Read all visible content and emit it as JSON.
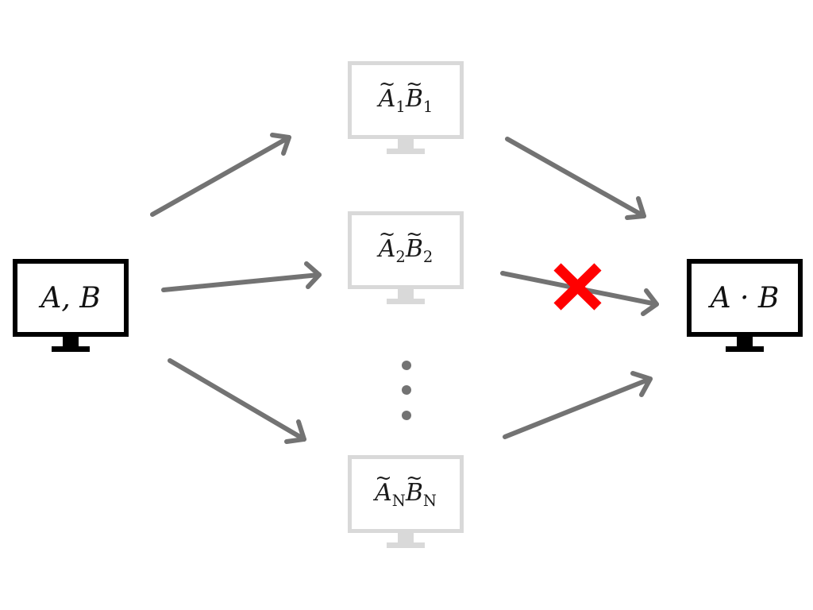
{
  "source": {
    "label": "A, B",
    "icon": "monitor-icon"
  },
  "workers": [
    {
      "a": "A",
      "b": "B",
      "index": "1",
      "icon": "monitor-icon"
    },
    {
      "a": "A",
      "b": "B",
      "index": "2",
      "icon": "monitor-icon"
    },
    {
      "a": "A",
      "b": "B",
      "index": "N",
      "icon": "monitor-icon"
    }
  ],
  "ellipsis": "⋮",
  "result": {
    "label": "A · B",
    "icon": "monitor-icon"
  },
  "failure_marker": {
    "icon": "x-mark-icon",
    "color": "#ff0000"
  },
  "colors": {
    "arrow": "#737373",
    "main_monitor": "#000000",
    "worker_monitor": "#d9d9d9",
    "ellipsis_dots": "#737373"
  }
}
